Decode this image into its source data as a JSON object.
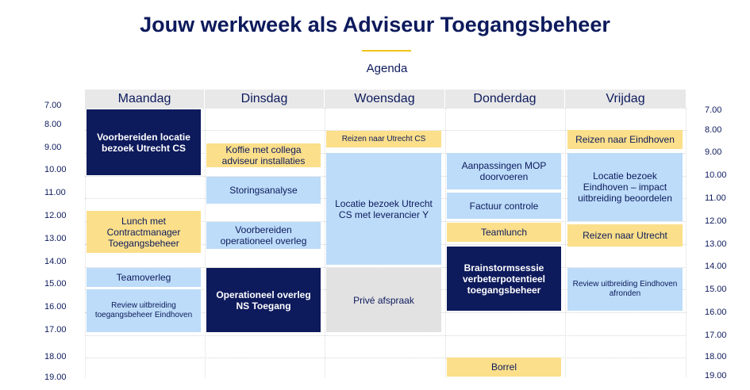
{
  "title": "Jouw werkweek als Adviseur Toegangsbeheer",
  "subtitle": "Agenda",
  "days": [
    "Maandag",
    "Dinsdag",
    "Woensdag",
    "Donderdag",
    "Vrijdag"
  ],
  "times": [
    "7.00",
    "8.00",
    "9.00",
    "10.00",
    "11.00",
    "12.00",
    "13.00",
    "14.00",
    "15.00",
    "16.00",
    "17.00",
    "18.00",
    "19.00"
  ],
  "events": {
    "mon_1": "Voorbereiden locatie bezoek Utrecht CS",
    "mon_2": "Lunch met Contractmanager Toegangsbeheer",
    "mon_3": "Teamoverleg",
    "mon_4": "Review uitbreiding toegangsbeheer Eindhoven",
    "tue_1": "Koffie met collega adviseur installaties",
    "tue_2": "Storingsanalyse",
    "tue_3": "Voorbereiden operationeel overleg",
    "tue_4": "Operationeel overleg NS Toegang",
    "wed_1": "Reizen naar Utrecht CS",
    "wed_2": "Locatie bezoek Utrecht CS met leverancier Y",
    "wed_3": "Privé afspraak",
    "thu_1": "Aanpassingen MOP doorvoeren",
    "thu_2": "Factuur controle",
    "thu_3": "Teamlunch",
    "thu_4": "Brainstormsessie verbeterpotentieel toegangsbeheer",
    "thu_5": "Borrel",
    "fri_1": "Reizen naar Eindhoven",
    "fri_2": "Locatie bezoek Eindhoven – impact uitbreiding beoordelen",
    "fri_3": "Reizen naar Utrecht",
    "fri_4": "Review uitbreiding Eindhoven afronden"
  },
  "colors": {
    "navy": "#0d1a5c",
    "yellow": "#fbdf8a",
    "blue": "#bcdcf9",
    "grey": "#e2e2e2",
    "accent": "#f0c419"
  }
}
